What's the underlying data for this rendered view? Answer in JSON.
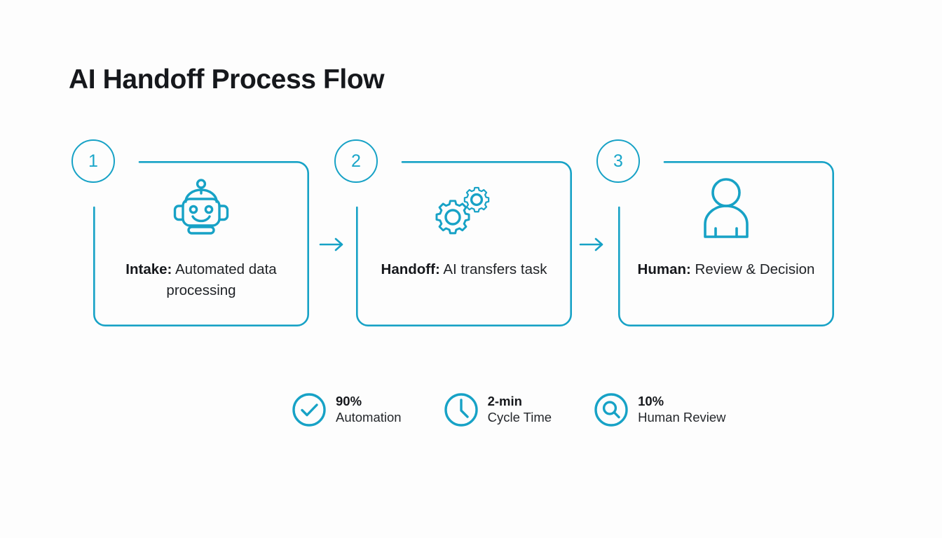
{
  "title": "AI Handoff Process Flow",
  "theme": {
    "accent": "#17a2c6",
    "badge_text": "#1aa6c9",
    "text": "#16181c",
    "background": "#fdfdfd"
  },
  "steps": [
    {
      "number": "1",
      "icon": "robot-icon",
      "label_bold": "Intake:",
      "label_rest": " Automated data processing"
    },
    {
      "number": "2",
      "icon": "gears-icon",
      "label_bold": "Handoff:",
      "label_rest": " AI transfers task"
    },
    {
      "number": "3",
      "icon": "person-icon",
      "label_bold": "Human:",
      "label_rest": " Review & Decision"
    }
  ],
  "connectors": [
    {
      "name": "arrow-step1-to-step2",
      "glyph": "arrow-right-icon"
    },
    {
      "name": "arrow-step2-to-step3",
      "glyph": "arrow-right-icon"
    }
  ],
  "metrics": [
    {
      "icon": "check-circle-icon",
      "value": "90%",
      "label": "Automation"
    },
    {
      "icon": "clock-icon",
      "value": "2-min",
      "label": "Cycle Time"
    },
    {
      "icon": "search-circle-icon",
      "value": "10%",
      "label": "Human Review"
    }
  ]
}
